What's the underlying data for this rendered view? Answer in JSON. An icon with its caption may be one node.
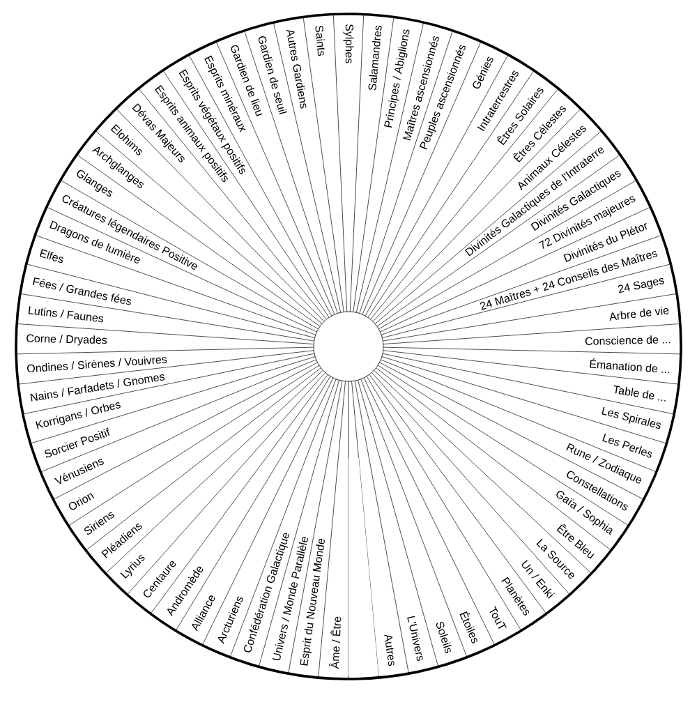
{
  "diagram": {
    "nodes": [
      {
        "text": [
          "Sylphes"
        ]
      },
      {
        "text": [
          "Salamandres"
        ]
      },
      {
        "text": [
          "Principes / Abiglions"
        ]
      },
      {
        "text": [
          "Maîtres ascensionnés"
        ]
      },
      {
        "text": [
          "Peuples ascensionnés"
        ]
      },
      {
        "text": [
          "Génies"
        ]
      },
      {
        "text": [
          "Intraterrestres"
        ]
      },
      {
        "text": [
          "Êtres Solaires"
        ]
      },
      {
        "text": [
          "Êtres Célestes"
        ]
      },
      {
        "text": [
          "Animaux Célestes"
        ]
      },
      {
        "text": [
          "Divinités Galactiques de l'Intraterre"
        ]
      },
      {
        "text": [
          "Divinités Galactiques"
        ]
      },
      {
        "text": [
          "72 Divinités majeures"
        ]
      },
      {
        "text": [
          "Divinités du Plétor"
        ]
      },
      {
        "text": [
          "24 Maîtres + 24 Conseils des Maîtres"
        ]
      },
      {
        "text": [
          "24 Sages"
        ]
      },
      {
        "text": [
          "Arbre de vie"
        ]
      },
      {
        "text": [
          "Conscience de ..."
        ]
      },
      {
        "text": [
          "Émanation de ..."
        ]
      },
      {
        "text": [
          "Table de ..."
        ]
      },
      {
        "text": [
          "Les Spirales"
        ]
      },
      {
        "text": [
          "Les Perles"
        ]
      },
      {
        "text": [
          "Rune / Zodiaque"
        ]
      },
      {
        "text": [
          "Constellations"
        ]
      },
      {
        "text": [
          "Gaïa / Sophia"
        ]
      },
      {
        "text": [
          "Être Bleu"
        ]
      },
      {
        "text": [
          "La Source"
        ]
      },
      {
        "text": [
          "Un / Enki"
        ]
      },
      {
        "text": [
          "Planètes"
        ]
      },
      {
        "text": [
          "TouT"
        ]
      },
      {
        "text": [
          "Étoiles"
        ]
      },
      {
        "text": [
          "Soleils"
        ]
      },
      {
        "text": [
          "L'Univers"
        ]
      },
      {
        "text": [
          "Autres"
        ]
      },
      {
        "text": [],
        "shape": "sector"
      },
      {
        "text": [
          "Âme / Être"
        ]
      },
      {
        "text": [
          "Esprit du Nouveau Monde"
        ]
      },
      {
        "text": [
          "Univers / Monde Parallèle"
        ]
      },
      {
        "text": [
          "Confédération Galactique"
        ]
      },
      {
        "text": [
          "Arcturiens"
        ]
      },
      {
        "text": [
          "Alliance"
        ]
      },
      {
        "text": [
          "Andromède"
        ]
      },
      {
        "text": [
          "Centaure"
        ]
      },
      {
        "text": [
          "Lyrius"
        ]
      },
      {
        "text": [
          "Pléadiens"
        ]
      },
      {
        "text": [
          "Siriens"
        ]
      },
      {
        "text": [
          "Orion"
        ]
      },
      {
        "text": [
          "Vénusiens"
        ]
      },
      {
        "text": [
          "Sorcier Positif"
        ]
      },
      {
        "text": [
          "Korrigans / Orbes"
        ]
      },
      {
        "text": [
          "Nains / Farfadets / Gnomes"
        ]
      },
      {
        "text": [
          "Ondines / Sirènes / Vouivres"
        ]
      },
      {
        "text": [
          "Corne / Dryades"
        ]
      },
      {
        "text": [
          "Lutins / Faunes"
        ]
      },
      {
        "text": [
          "Fées / Grandes fées"
        ]
      },
      {
        "text": [
          "Elfes"
        ]
      },
      {
        "text": [
          "Dragons de lumière"
        ]
      },
      {
        "text": [
          "Créatures légendaires Positive"
        ]
      },
      {
        "text": [
          "Glanges"
        ]
      },
      {
        "text": [
          "Archglanges"
        ]
      },
      {
        "text": [
          "Elohims"
        ]
      },
      {
        "text": [
          "Dévas Majeurs"
        ]
      },
      {
        "text": [
          "Esprits animaux positifs"
        ]
      },
      {
        "text": [
          "Esprits végétaux positifs"
        ]
      },
      {
        "text": [
          "Esprits minéraux"
        ]
      },
      {
        "text": [
          "Gardien de lieu"
        ]
      },
      {
        "text": [
          "Gardien de seuil"
        ]
      },
      {
        "text": [
          "Autres Gardiens"
        ]
      },
      {
        "text": [
          "Saints"
        ]
      }
    ]
  }
}
